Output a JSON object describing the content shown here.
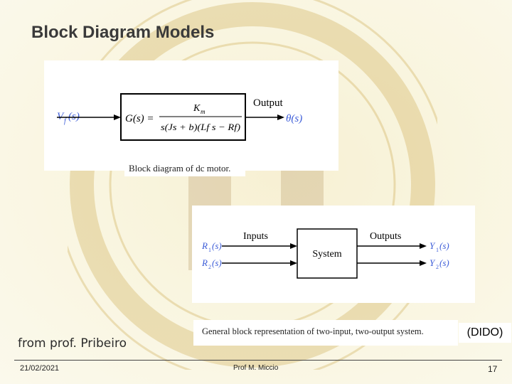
{
  "slide": {
    "title": "Block Diagram Models",
    "credit": "from prof. Pribeiro",
    "dido_label": "(DIDO)"
  },
  "diagram1": {
    "input_label": "V_f(s)",
    "transfer_lhs": "G(s) =",
    "numerator": "K_m",
    "denominator": "s(Js + b)(L_f s − R_f)",
    "output_title": "Output",
    "output_label": "θ(s)",
    "caption": "Block diagram of dc motor."
  },
  "diagram2": {
    "inputs_title": "Inputs",
    "outputs_title": "Outputs",
    "system_label": "System",
    "inputs": [
      "R1(s)",
      "R2(s)"
    ],
    "outputs": [
      "Y1(s)",
      "Y2(s)"
    ],
    "caption": "General block representation of two-input, two-output system."
  },
  "footer": {
    "date": "21/02/2021",
    "author": "Prof M. Miccio",
    "page": "17"
  },
  "colors": {
    "signal_blue": "#3c5cd8",
    "text_dark": "#222222",
    "background": "#f9f5df"
  }
}
